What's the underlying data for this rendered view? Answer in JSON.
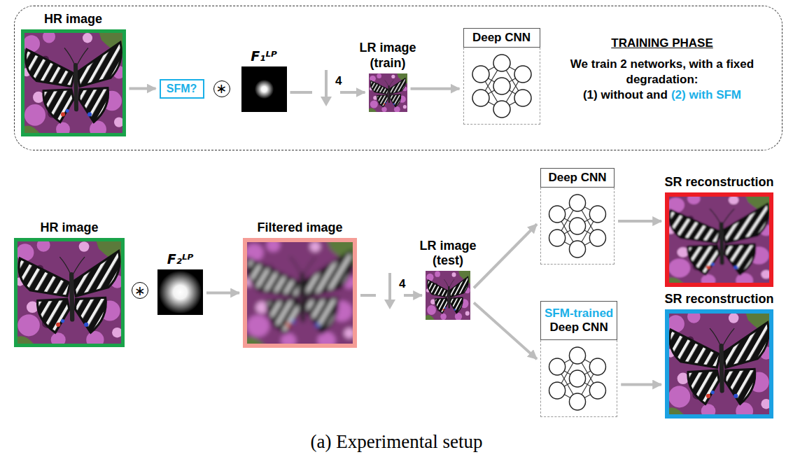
{
  "diagram": {
    "caption": "(a) Experimental setup",
    "nodes": [
      {
        "text": [
          "TRAINING PHASE",
          "We train 2 networks, with a fixed degradation:",
          "(1) without and",
          "(2) with SFM"
        ]
      },
      {
        "text": [
          "HR image"
        ],
        "in": 0
      },
      {
        "text": [
          "SFM?"
        ],
        "in": 0
      },
      {
        "text": [
          "∗"
        ],
        "in": 0
      },
      {
        "text": [
          "F₁ᴸᴾ"
        ],
        "in": 0
      },
      {
        "text": [
          "LR image (train)"
        ],
        "in": 0
      },
      {
        "text": [
          "Deep CNN"
        ],
        "in": 0
      },
      {
        "text": [
          "HR image"
        ]
      },
      {
        "text": [
          "∗"
        ]
      },
      {
        "text": [
          "F₂ᴸᴾ"
        ]
      },
      {
        "text": [
          "Filtered image"
        ]
      },
      {
        "text": [
          "LR image (test)"
        ]
      },
      {
        "text": [
          "Deep CNN"
        ]
      },
      {
        "text": [
          "SFM-trained",
          "Deep CNN"
        ]
      },
      {
        "text": [
          "SR reconstruction"
        ]
      },
      {
        "text": [
          "SR reconstruction"
        ]
      }
    ],
    "edges": [
      {
        "from": 1,
        "to": 2,
        "arrow": "to"
      },
      {
        "from": 4,
        "to": 5,
        "arrow": "to",
        "label": "4"
      },
      {
        "from": 5,
        "to": 6,
        "arrow": "to"
      },
      {
        "from": 9,
        "to": 10,
        "arrow": "to"
      },
      {
        "from": 10,
        "to": 11,
        "arrow": "to",
        "label": "4"
      },
      {
        "from": 11,
        "to": 12,
        "arrow": "to"
      },
      {
        "from": 11,
        "to": 13,
        "arrow": "to"
      },
      {
        "from": 12,
        "to": 14,
        "arrow": "to"
      },
      {
        "from": 13,
        "to": 15,
        "arrow": "to"
      }
    ]
  }
}
